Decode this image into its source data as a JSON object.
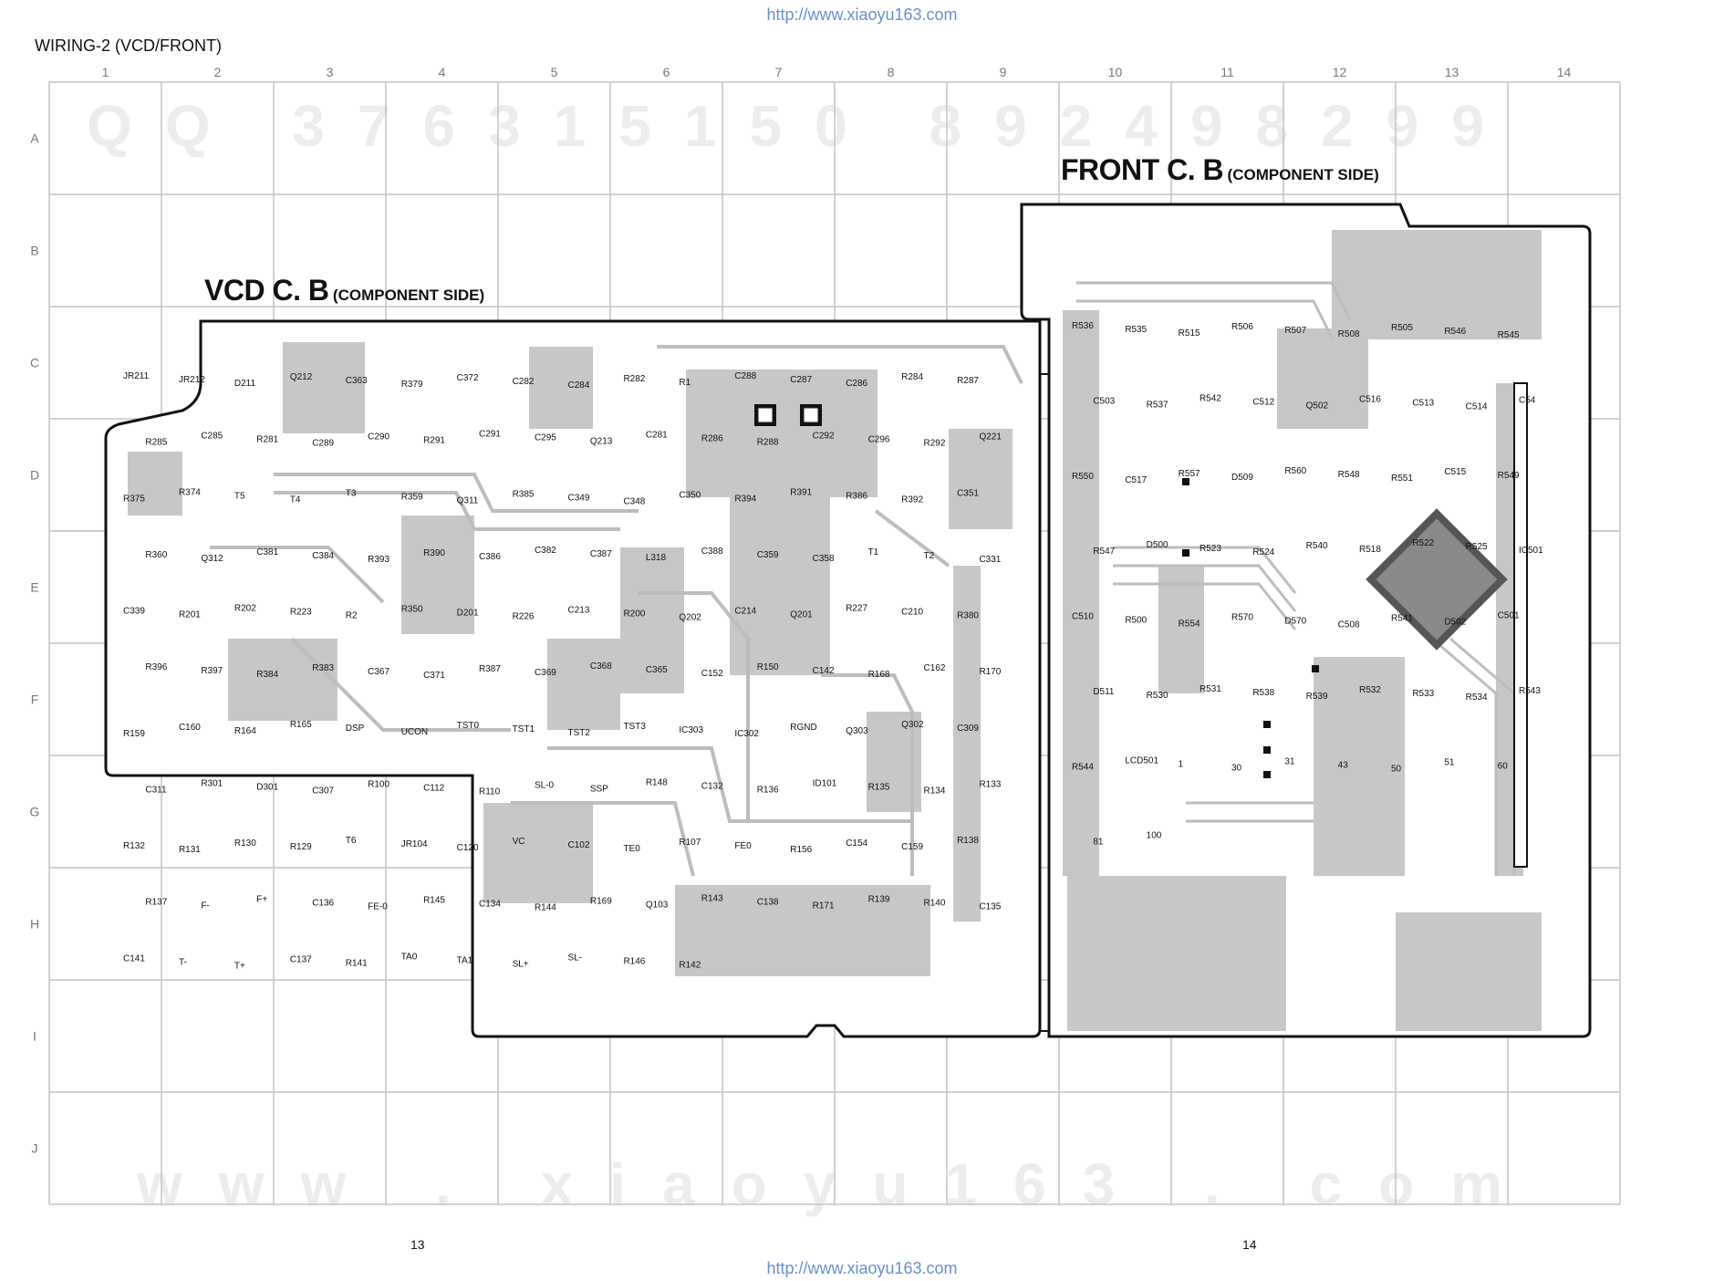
{
  "header_url": "http://www.xiaoyu163.com",
  "footer_url": "http://www.xiaoyu163.com",
  "title": "WIRING-2 (VCD/FRONT)",
  "page_numbers": [
    "13",
    "14"
  ],
  "grid": {
    "columns": [
      "1",
      "2",
      "3",
      "4",
      "5",
      "6",
      "7",
      "8",
      "9",
      "10",
      "11",
      "12",
      "13",
      "14"
    ],
    "rows": [
      "A",
      "B",
      "C",
      "D",
      "E",
      "F",
      "G",
      "H",
      "I",
      "J"
    ]
  },
  "boards": {
    "vcd": {
      "title": "VCD C. B",
      "subtitle": "(COMPONENT SIDE)"
    },
    "front": {
      "title": "FRONT C. B",
      "subtitle": "(COMPONENT SIDE)"
    }
  },
  "watermarks": {
    "top": "QQ 376315150   892498299",
    "bottom": "www . xiaoyu163 . com"
  },
  "vcd_components": [
    "JR211",
    "JR212",
    "D211",
    "Q212",
    "C363",
    "R379",
    "C372",
    "C282",
    "C284",
    "R282",
    "R1",
    "C288",
    "C287",
    "C286",
    "R284",
    "R287",
    "R285",
    "C285",
    "R281",
    "C289",
    "C290",
    "R291",
    "C291",
    "C295",
    "Q213",
    "C281",
    "R286",
    "R288",
    "C292",
    "C296",
    "R292",
    "Q221",
    "R375",
    "R374",
    "T5",
    "T4",
    "T3",
    "R359",
    "Q311",
    "R385",
    "C349",
    "C348",
    "C350",
    "R394",
    "R391",
    "R386",
    "R392",
    "C351",
    "R360",
    "Q312",
    "C381",
    "C384",
    "R393",
    "R390",
    "C386",
    "C382",
    "C387",
    "L318",
    "C388",
    "C359",
    "C358",
    "T1",
    "T2",
    "C331",
    "C339",
    "R201",
    "R202",
    "R223",
    "R2",
    "R350",
    "D201",
    "R226",
    "C213",
    "R200",
    "Q202",
    "C214",
    "Q201",
    "R227",
    "C210",
    "R380",
    "R396",
    "R397",
    "R384",
    "R383",
    "C367",
    "C371",
    "R387",
    "C369",
    "C368",
    "C365",
    "C152",
    "R150",
    "C142",
    "R168",
    "C162",
    "R170",
    "R159",
    "C160",
    "R164",
    "R165",
    "DSP",
    "UCON",
    "TST0",
    "TST1",
    "TST2",
    "TST3",
    "IC303",
    "IC302",
    "RGND",
    "Q303",
    "Q302",
    "C309",
    "C311",
    "R301",
    "D301",
    "C307",
    "R100",
    "C112",
    "R110",
    "SL-0",
    "SSP",
    "R148",
    "C132",
    "R136",
    "ID101",
    "R135",
    "R134",
    "R133",
    "R132",
    "R131",
    "R130",
    "R129",
    "T6",
    "JR104",
    "C120",
    "VC",
    "C102",
    "TE0",
    "R107",
    "FE0",
    "R156",
    "C154",
    "C159",
    "R138",
    "R137",
    "F-",
    "F+",
    "C136",
    "FE-0",
    "R145",
    "C134",
    "R144",
    "R169",
    "Q103",
    "R143",
    "C138",
    "R171",
    "R139",
    "R140",
    "C135",
    "C141",
    "T-",
    "T+",
    "C137",
    "R141",
    "TA0",
    "TA1",
    "SL+",
    "SL-",
    "R146",
    "R142"
  ],
  "front_components": [
    "R536",
    "R535",
    "R515",
    "R506",
    "R507",
    "R508",
    "R505",
    "R546",
    "R545",
    "C503",
    "R537",
    "R542",
    "C512",
    "Q502",
    "C516",
    "C513",
    "C514",
    "C54",
    "R550",
    "C517",
    "R557",
    "D509",
    "R560",
    "R548",
    "R551",
    "C515",
    "R549",
    "R547",
    "D500",
    "R523",
    "R524",
    "R540",
    "R518",
    "R522",
    "R525",
    "IC501",
    "C510",
    "R500",
    "R554",
    "R570",
    "D570",
    "C508",
    "R541",
    "D502",
    "C501",
    "D511",
    "R530",
    "R531",
    "R538",
    "R539",
    "R532",
    "R533",
    "R534",
    "R543",
    "R544",
    "LCD501",
    "1",
    "30",
    "31",
    "43",
    "50",
    "51",
    "60",
    "81",
    "100"
  ]
}
